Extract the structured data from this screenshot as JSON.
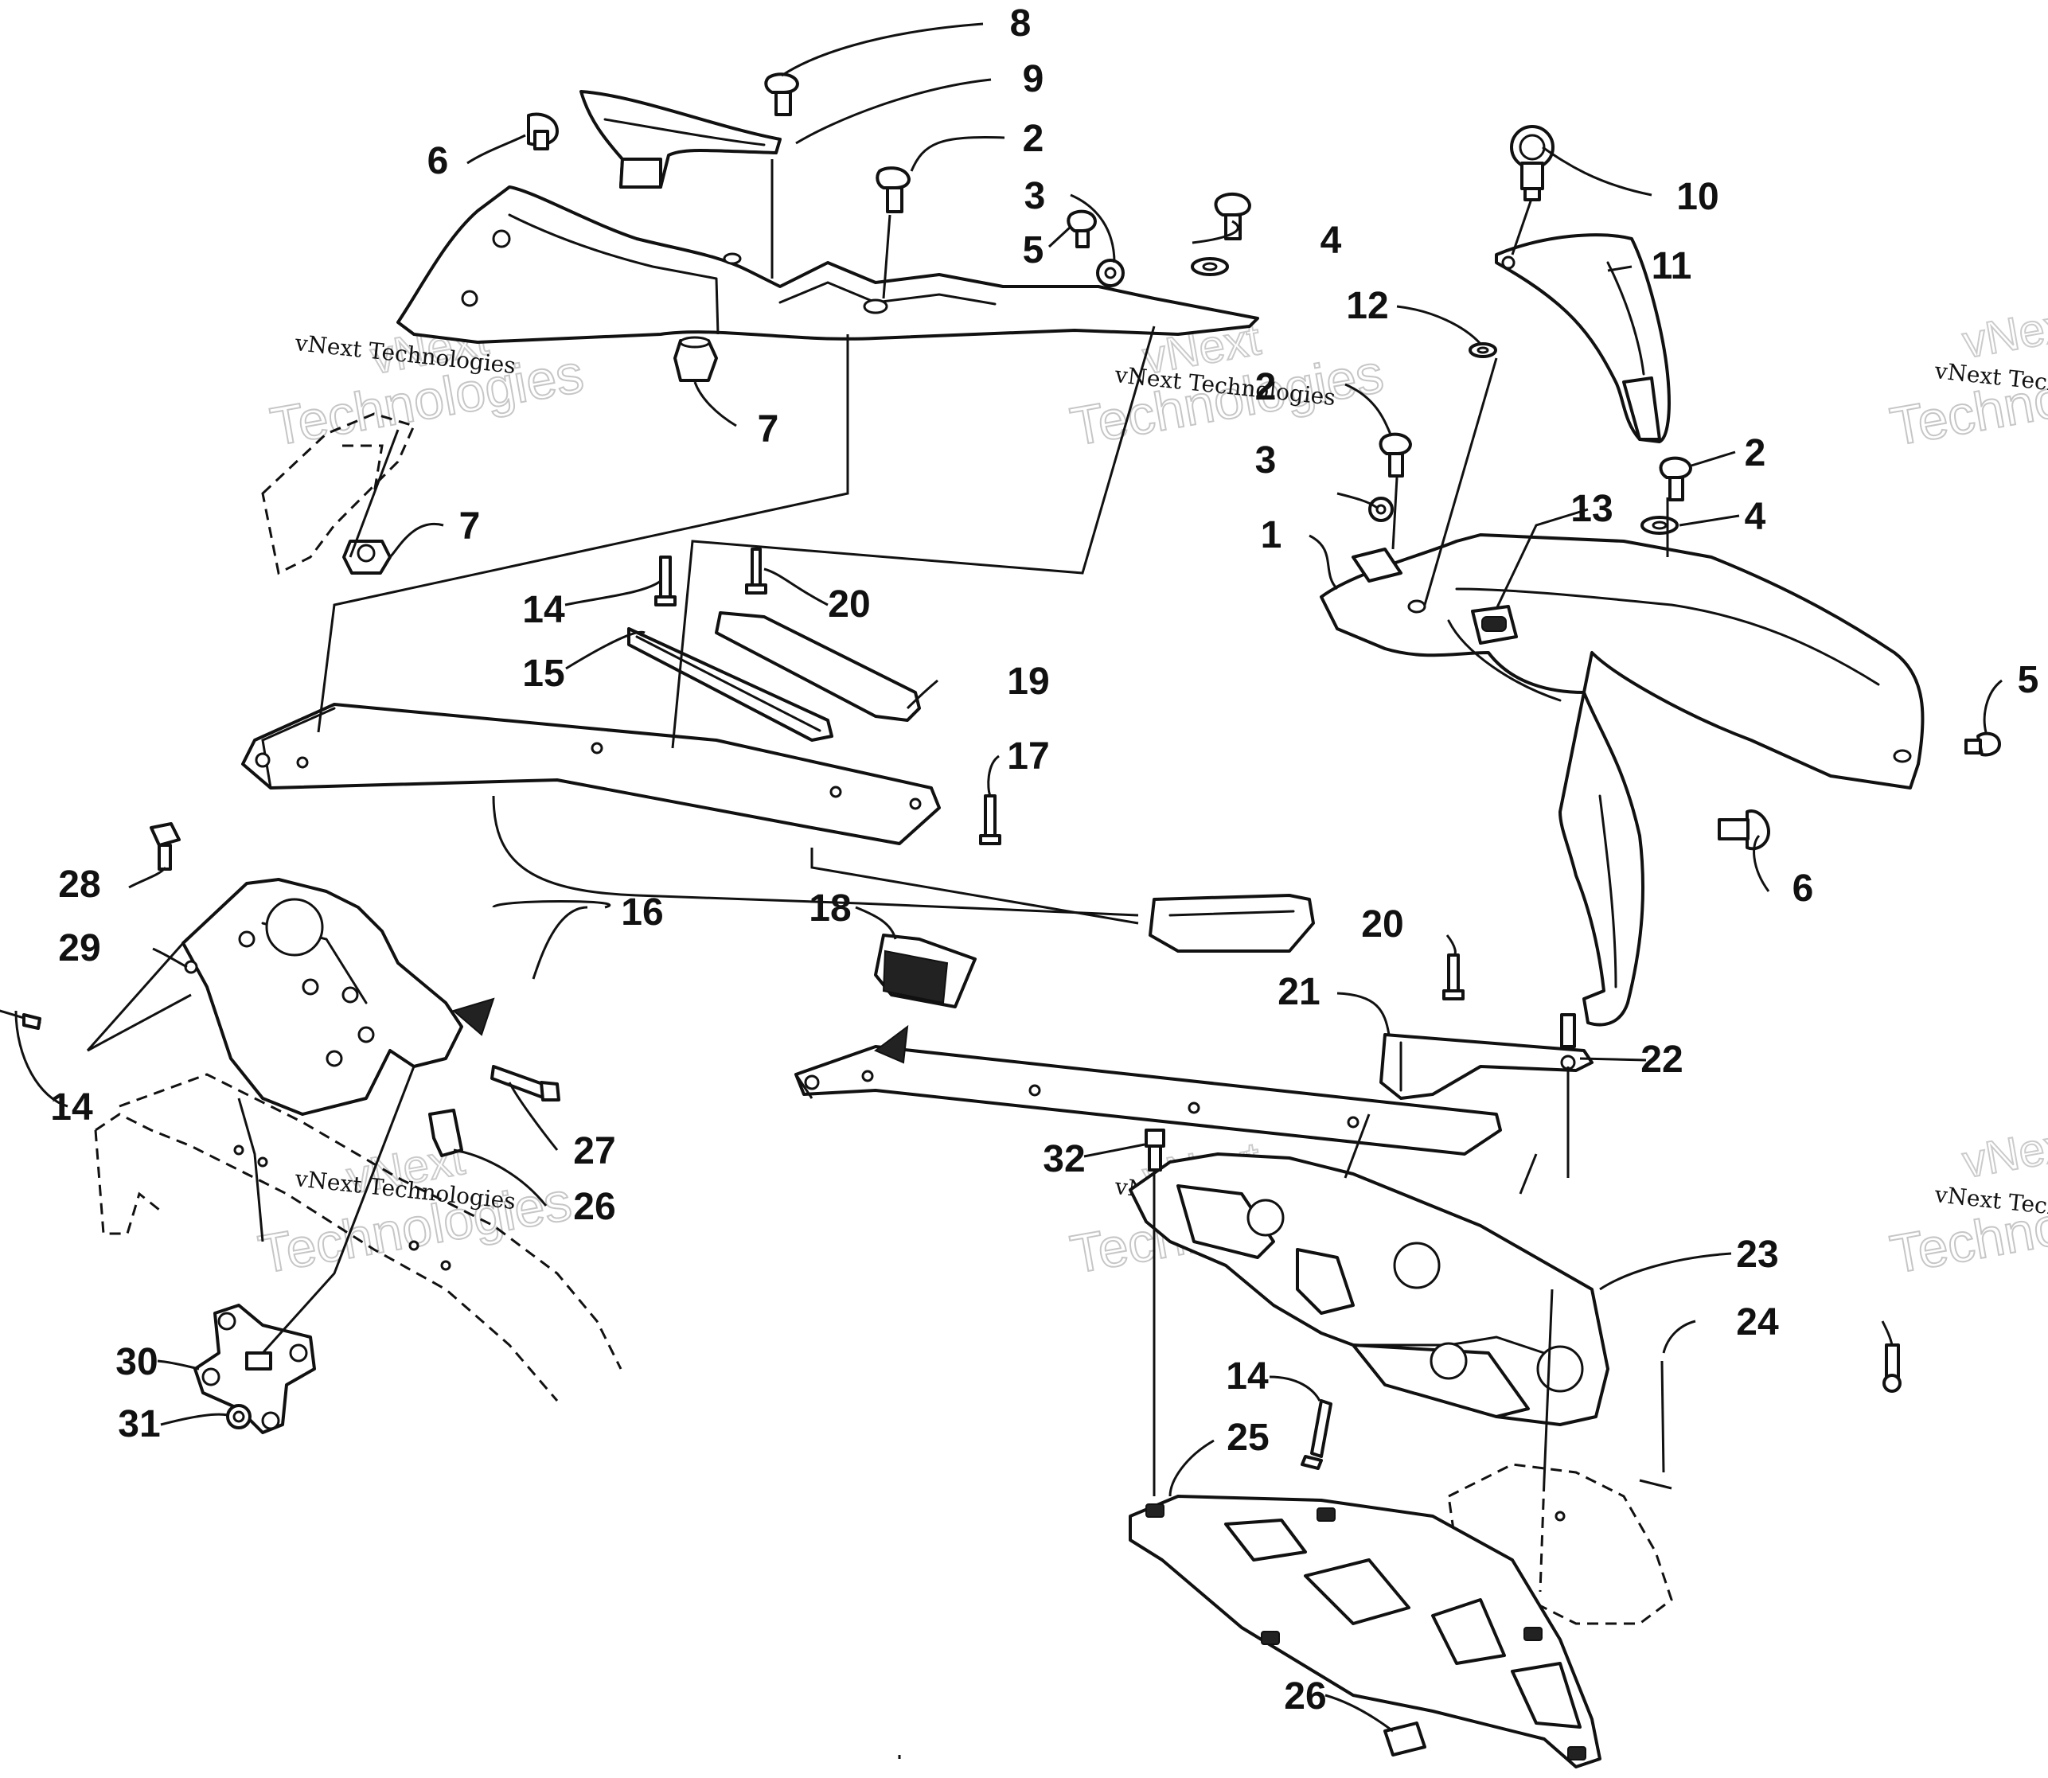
{
  "watermark": {
    "company_line": "vNext Technologies",
    "brand": "vNext",
    "word": "Technologies"
  },
  "callouts": [
    {
      "id": "c8",
      "label": "8"
    },
    {
      "id": "c9",
      "label": "9"
    },
    {
      "id": "c6a",
      "label": "6"
    },
    {
      "id": "c2a",
      "label": "2"
    },
    {
      "id": "c3a",
      "label": "3"
    },
    {
      "id": "c5a",
      "label": "5"
    },
    {
      "id": "c4a",
      "label": "4"
    },
    {
      "id": "c7a",
      "label": "7"
    },
    {
      "id": "c7b",
      "label": "7"
    },
    {
      "id": "c10",
      "label": "10"
    },
    {
      "id": "c11",
      "label": "11"
    },
    {
      "id": "c12",
      "label": "12"
    },
    {
      "id": "c2b",
      "label": "2"
    },
    {
      "id": "c3b",
      "label": "3"
    },
    {
      "id": "c2c",
      "label": "2"
    },
    {
      "id": "c13",
      "label": "13"
    },
    {
      "id": "c4b",
      "label": "4"
    },
    {
      "id": "c1",
      "label": "1"
    },
    {
      "id": "c5b",
      "label": "5"
    },
    {
      "id": "c6b",
      "label": "6"
    },
    {
      "id": "c14a",
      "label": "14"
    },
    {
      "id": "c15",
      "label": "15"
    },
    {
      "id": "c20a",
      "label": "20"
    },
    {
      "id": "c19",
      "label": "19"
    },
    {
      "id": "c17",
      "label": "17"
    },
    {
      "id": "c28",
      "label": "28"
    },
    {
      "id": "c29",
      "label": "29"
    },
    {
      "id": "c14b",
      "label": "14"
    },
    {
      "id": "c16",
      "label": "16"
    },
    {
      "id": "c18",
      "label": "18"
    },
    {
      "id": "c20b",
      "label": "20"
    },
    {
      "id": "c21",
      "label": "21"
    },
    {
      "id": "c22",
      "label": "22"
    },
    {
      "id": "c27",
      "label": "27"
    },
    {
      "id": "c26a",
      "label": "26"
    },
    {
      "id": "c32",
      "label": "32"
    },
    {
      "id": "c23",
      "label": "23"
    },
    {
      "id": "c24",
      "label": "24"
    },
    {
      "id": "c14c",
      "label": "14"
    },
    {
      "id": "c25",
      "label": "25"
    },
    {
      "id": "c30",
      "label": "30"
    },
    {
      "id": "c31",
      "label": "31"
    },
    {
      "id": "c26b",
      "label": "26"
    }
  ]
}
